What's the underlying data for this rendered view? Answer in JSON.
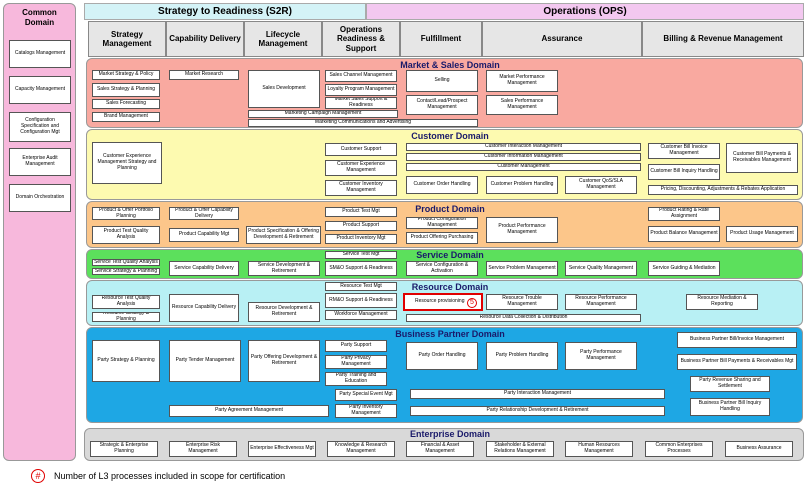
{
  "common": {
    "title": "Common Domain",
    "items": [
      "Catalogs Management",
      "Capacity Management",
      "Configuration Specification and Configuration Mgt",
      "Enterprise Audit Management",
      "Domain Orchestration"
    ]
  },
  "s2r": "Strategy to Readiness (S2R)",
  "ops": "Operations (OPS)",
  "columns": [
    "Strategy Management",
    "Capability Delivery",
    "Lifecycle Management",
    "Operations Readiness & Support",
    "Fulfillment",
    "Assurance",
    "Billing & Revenue Management"
  ],
  "domains": {
    "market": "Market & Sales Domain",
    "customer": "Customer Domain",
    "product": "Product Domain",
    "service": "Service Domain",
    "resource": "Resource Domain",
    "partner": "Business Partner Domain",
    "enterprise": "Enterprise Domain"
  },
  "market": [
    "Market Strategy & Policy",
    "Sales Strategy & Planning",
    "Sales Forecasting",
    "Brand Management",
    "Market Research",
    "Sales Development",
    "Sales Channel Management",
    "Loyalty Program Management",
    "Market Sales Support & Readiness",
    "Selling",
    "Contact/Lead/Prospect Management",
    "Market Performance Management",
    "Sales Performance Management",
    "Marketing Campaign Management",
    "Marketing Communications and Advertising"
  ],
  "customer": [
    "Customer Experience Management Strategy and Planning",
    "Customer Support",
    "Customer Experience Management",
    "Customer Inventory Management",
    "Customer Interaction Management",
    "Customer Information Management",
    "Customer Management",
    "Customer Order Handling",
    "Customer Problem Handling",
    "Customer QoS/SLA Management",
    "Customer Bill Invoice Management",
    "Customer Bill Inquiry Handling",
    "Customer Bill Payments & Receivables Management",
    "Pricing, Discounting, Adjustments & Rebates Application"
  ],
  "product": [
    "Product & Offer Portfolio Planning",
    "Product Test Quality Analysis",
    "Product & Offer Capability Delivery",
    "Product Capability Mgt",
    "Product Specification & Offering Development & Retirement",
    "Product Test Mgt",
    "Product Support",
    "Product Inventory Mgt",
    "Product Configuration Management",
    "Product Offering Purchasing",
    "Product Performance Management",
    "Product Rating & Rate Assignment",
    "Product Balance Management",
    "Product Usage Management"
  ],
  "service": [
    "Service Test Quality Analysis",
    "Service Strategy & Planning",
    "Service Capability Delivery",
    "Service Development & Retirement",
    "Service Test Mgt",
    "SM&O Support & Readiness",
    "Service Configuration & Activation",
    "Service Problem Management",
    "Service Quality Management",
    "Service Guiding & Mediation"
  ],
  "resource": [
    "Resource Test Quality Analysis",
    "Resource Strategy & Planning",
    "Resource Capability Delivery",
    "Resource Development & Retirement",
    "Resource Test Mgt",
    "RM&O Support & Readiness",
    "Workforce Management",
    "Resource provisioning",
    "Resource Trouble Management",
    "Resource Performance Management",
    "Resource Mediation & Reporting",
    "Resource Data Collection & Distribution"
  ],
  "resource_badge": "5",
  "partner": [
    "Party Strategy & Planning",
    "Party Tender Management",
    "Party Offering Development & Retirement",
    "Party Support",
    "Party Privacy Management",
    "Party Training and Education",
    "Party Special Event Mgt",
    "Party Inventory Management",
    "Party Order Handling",
    "Party Problem Handling",
    "Party Performance Management",
    "Business Partner Bill/Invoice Management",
    "Business Partner Bill Payments & Receivables Mgt",
    "Party Revenue Sharing and Settlement",
    "Business Partner Bill Inquiry Handling",
    "Party Interaction Management",
    "Party Relationship Development & Retirement",
    "Party Agreement Management"
  ],
  "enterprise": [
    "Strategic & Enterprise Planning",
    "Enterprise Risk Management",
    "Enterprise Effectiveness Mgt",
    "Knowledge & Research Management",
    "Financial & Asset Management",
    "Stakeholder & External Relations Management",
    "Human Resources Management",
    "Common Enterprises Processes",
    "Business Assurance"
  ],
  "legend": {
    "symbol": "#",
    "text": "Number of L3 processes included in scope for certification"
  },
  "colors": {
    "common": "#f7b8dc",
    "s2r": "#d4f3f7",
    "ops": "#f3c8f0",
    "market": "#f9a9a0",
    "customer": "#fdfab0",
    "product": "#fcc68a",
    "service": "#5ce05c",
    "resource": "#b8f0f4",
    "partner": "#1ea7e4",
    "highlight": "#e00000"
  }
}
